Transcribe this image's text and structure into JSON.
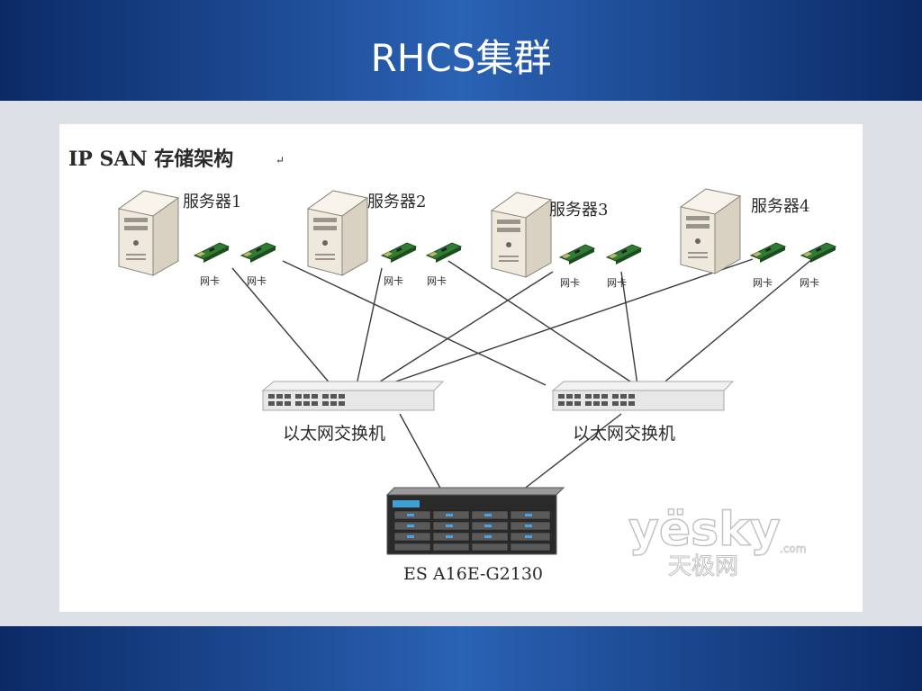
{
  "slide": {
    "title": "RHCS集群"
  },
  "diagram": {
    "heading": "IP SAN 存储架构",
    "heading_mark": "↵",
    "servers": [
      {
        "label": "服务器1",
        "nics": [
          "网卡",
          "网卡"
        ]
      },
      {
        "label": "服务器2",
        "nics": [
          "网卡",
          "网卡"
        ]
      },
      {
        "label": "服务器3",
        "nics": [
          "网卡",
          "网卡"
        ]
      },
      {
        "label": "服务器4",
        "nics": [
          "网卡",
          "网卡"
        ]
      }
    ],
    "switches": [
      {
        "label": "以太网交换机"
      },
      {
        "label": "以太网交换机"
      }
    ],
    "storage": {
      "label": "ES A16E-G2130"
    },
    "watermark": {
      "main": "yësky",
      "sub": "天极网",
      "suffix": ".com"
    }
  },
  "colors": {
    "band": "#1e4a98",
    "panel": "#ffffff",
    "background": "#dde0e6",
    "nic_green": "#3a8a3a"
  }
}
